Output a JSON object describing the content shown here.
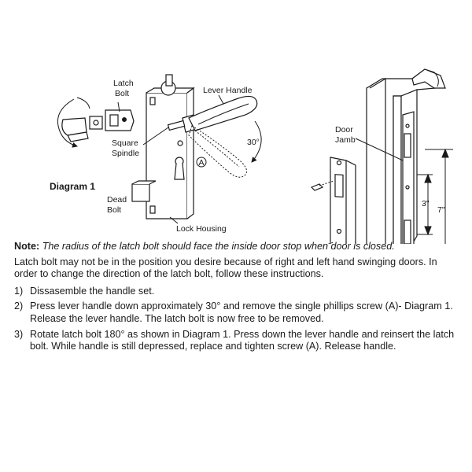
{
  "diagram": {
    "labels": {
      "latch_bolt_1": "Latch",
      "latch_bolt_2": "Bolt",
      "lever_handle": "Lever Handle",
      "square_spindle_1": "Square",
      "square_spindle_2": "Spindle",
      "angle": "30°",
      "screw_marker": "A",
      "diagram_title": "Diagram 1",
      "dead_bolt_1": "Dead",
      "dead_bolt_2": "Bolt",
      "lock_housing": "Lock Housing",
      "door_jamb_1": "Door",
      "door_jamb_2": "Jamb",
      "dim_3": "3\"",
      "dim_7": "7\""
    }
  },
  "instructions": {
    "note_title": "Note:",
    "note_body": "The radius of the latch bolt should face the inside door stop when door is closed.",
    "intro": "Latch bolt may not be in the position you desire because of right and left hand swinging doors. In order to change the direction of the latch bolt, follow these instructions.",
    "steps": [
      {
        "num": "1)",
        "text": "Dissasemble the handle set."
      },
      {
        "num": "2)",
        "text": "Press lever handle down approximately 30° and remove the single phillips screw (A)- Diagram 1. Release the lever handle. The latch bolt is now free to be removed."
      },
      {
        "num": "3)",
        "text": "Rotate latch bolt 180° as shown in Diagram 1. Press down the lever handle and reinsert the latch bolt. While handle is still depressed, replace and tighten screw (A). Release handle."
      }
    ]
  }
}
